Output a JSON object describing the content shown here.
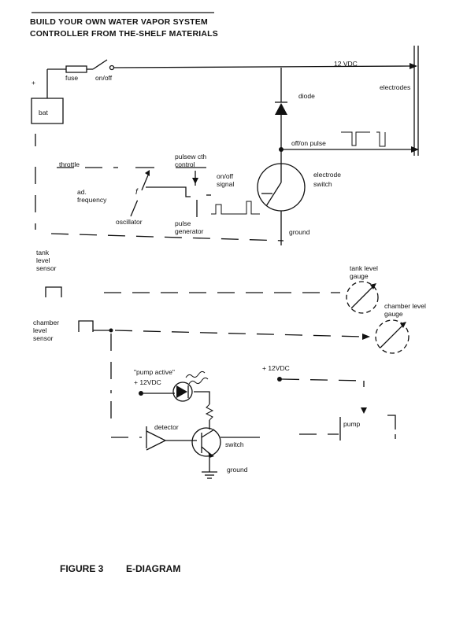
{
  "title": {
    "line1": "BUILD YOUR OWN WATER VAPOR SYSTEM",
    "line2": "CONTROLLER FROM THE-SHELF MATERIALS"
  },
  "labels": {
    "plus": "+",
    "fuse": "fuse",
    "onoff": "on/off",
    "vdc_top": "12 VDC",
    "electrodes": "electrodes",
    "bat": "bat",
    "diode": "diode",
    "offon_pulse": "off/on pulse",
    "throttle": "throttle",
    "pulsew_line1": "pulsew cth",
    "pulsew_line2": "control",
    "onoff_signal_line1": "on/off",
    "onoff_signal_line2": "signal",
    "adj_line1": "ad.",
    "adj_line2": "frequency",
    "f": "f",
    "oscillator": "oscillator",
    "pulse_gen_line1": "pulse",
    "pulse_gen_line2": "generator",
    "electrode_switch_line1": "electrode",
    "electrode_switch_line2": "switch",
    "ground_top": "ground",
    "tank_sensor_line1": "tank",
    "tank_sensor_line2": "level",
    "tank_sensor_line3": "sensor",
    "tank_gauge_line1": "tank level",
    "tank_gauge_line2": "gauge",
    "chamber_gauge_line1": "chamber level",
    "chamber_gauge_line2": "gauge",
    "chamber_sensor_line1": "chamber",
    "chamber_sensor_line2": "level",
    "chamber_sensor_line3": "sensor",
    "pump_active": "\"pump active\"",
    "vdc_led": "+ 12VDC",
    "vdc_pump": "+ 12VDC",
    "detector": "detector",
    "pump": "pump",
    "switch_bottom": "switch",
    "ground_bottom": "ground"
  },
  "caption": {
    "figure": "FIGURE 3",
    "name": "E-DIAGRAM"
  }
}
